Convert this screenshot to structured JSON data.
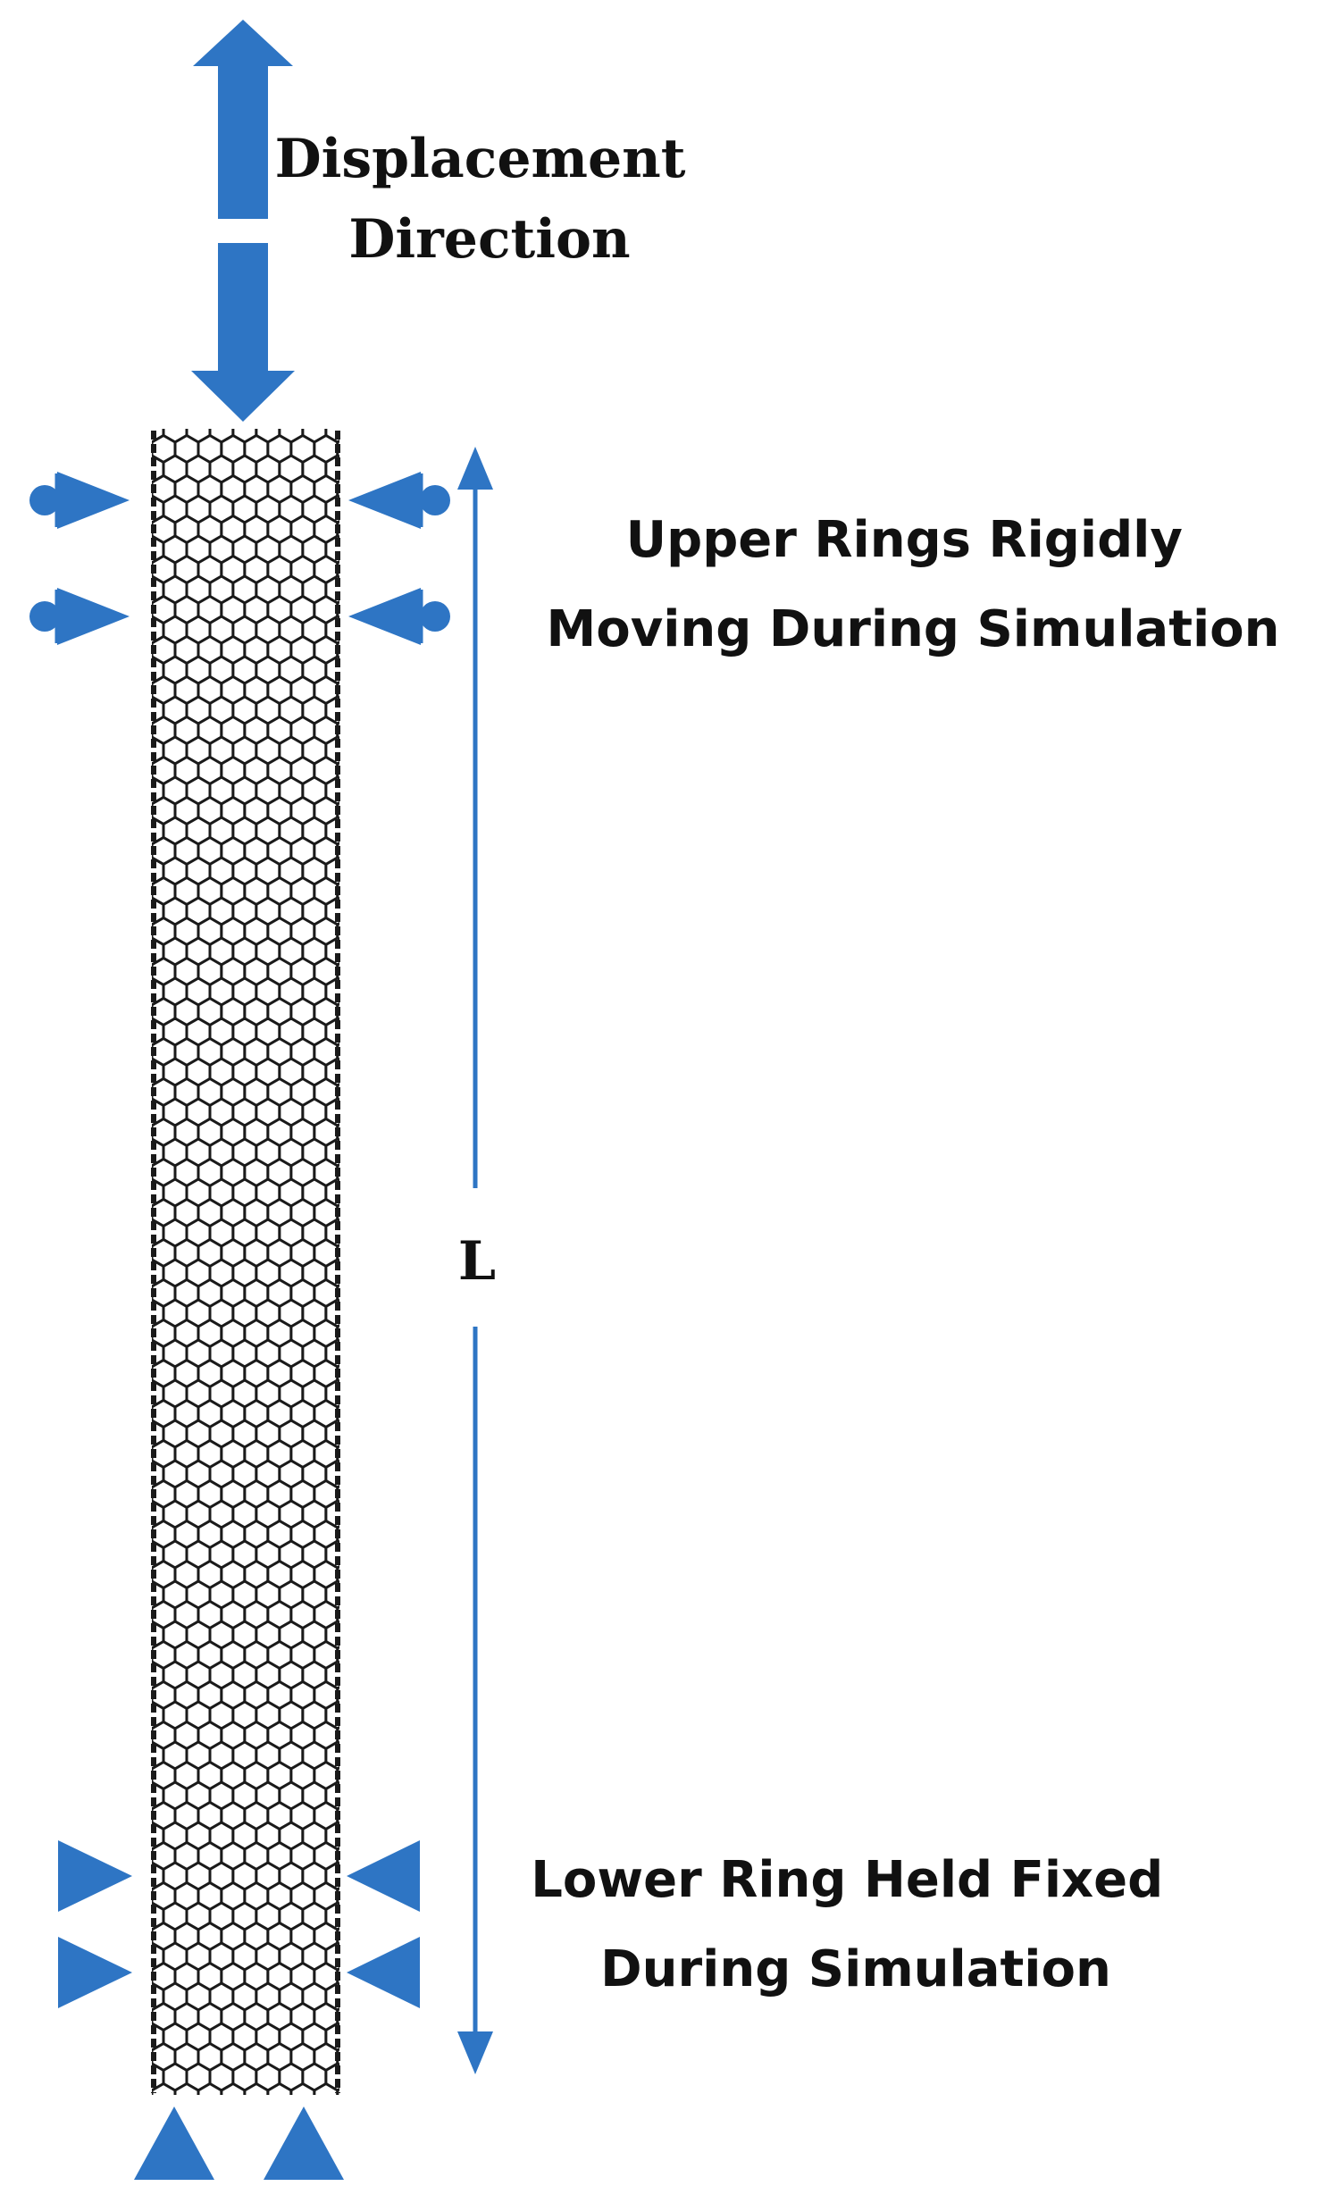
{
  "labels": {
    "displacement_line1": "Displacement",
    "displacement_line2": "Direction",
    "upper_line1": "Upper Rings Rigidly",
    "upper_line2": "Moving During Simulation",
    "length": "L",
    "lower_line1": "Lower Ring Held Fixed",
    "lower_line2": "During Simulation"
  },
  "colors": {
    "accent": "#2E75C4",
    "tube_stroke": "#1a1a1a",
    "text": "#111111"
  },
  "icons": {
    "displacement": "double-vertical-arrow-icon",
    "roller_support": "roller-support-icon",
    "fixed_support": "fixed-support-triangle-icon",
    "dimension": "dimension-arrow-icon"
  }
}
